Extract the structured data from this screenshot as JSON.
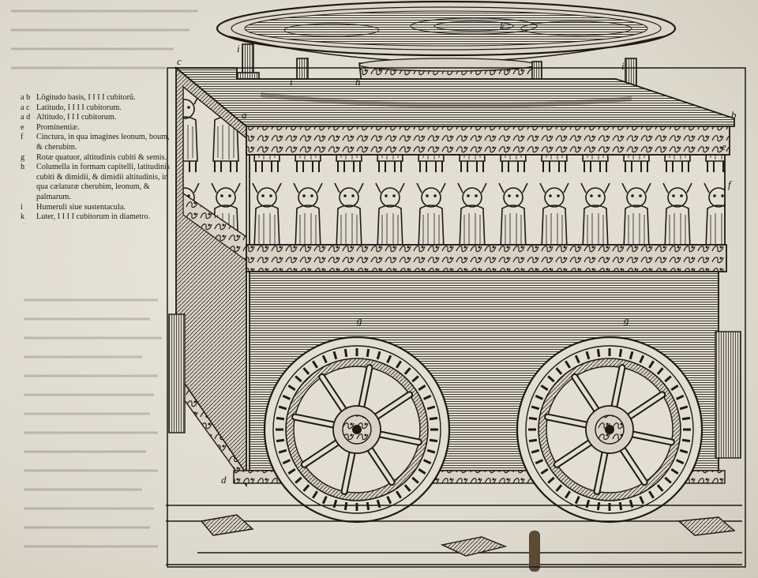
{
  "legend": [
    {
      "key": "a b",
      "text": "Lõgitudo basis, I I I I cubitorũ."
    },
    {
      "key": "a c",
      "text": "Latitudo, I I I I cubitorum."
    },
    {
      "key": "a d",
      "text": "Altitudo, I I I cubitorum."
    },
    {
      "key": "e",
      "text": "Prominentiæ."
    },
    {
      "key": "f",
      "text": "Cinctura, in qua imagines leonum, boum, & cherubim."
    },
    {
      "key": "g",
      "text": "Rotæ quatuor, altitudinis cubiti & semis."
    },
    {
      "key": "h",
      "text": "Columella in formam capitelli, latitudinis cubiti & dimidii, & dimidii altitudinis, in qua cælaturæ cherubim, leonum, & palmarum."
    },
    {
      "key": "i",
      "text": "Humeruli siue sustentacula."
    },
    {
      "key": "k",
      "text": "Luter, I I I I cubitorum in diametro."
    }
  ],
  "figure_letters": {
    "k": "k",
    "i": "i",
    "h": "h",
    "c": "c",
    "a": "a",
    "b": "b",
    "e": "e",
    "f": "f",
    "g": "g",
    "d": "d"
  },
  "colors": {
    "paper": "#e6e2d8",
    "ink": "#1e1b17"
  }
}
